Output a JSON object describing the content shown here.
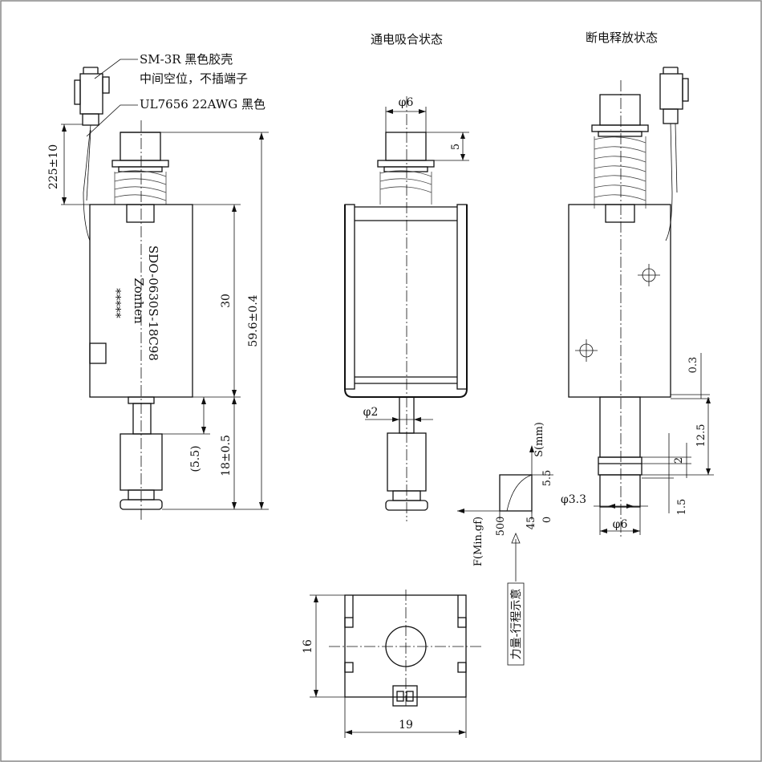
{
  "view_titles": {
    "energized": "通电吸合状态",
    "deenergized": "断电释放状态"
  },
  "callouts": {
    "connector_model": "SM-3R 黑色胶壳",
    "connector_note": "中间空位，不插端子",
    "wire_spec": "UL7656 22AWG 黑色"
  },
  "body_marking": {
    "brand": "Zonhen",
    "model": "SDO-0630S-18C98",
    "serial": "*****"
  },
  "dimensions": {
    "lead_length": "225±10",
    "body_length": "30",
    "total_length": "59.6±0.4",
    "plunger_ref": "(5.5)",
    "plunger_length": "18±0.5",
    "top_dia": "φ6",
    "top_stroke": "5",
    "shaft_dia": "φ2",
    "gap": "0.3",
    "stroke_total": "12.5",
    "two": "2",
    "one_five": "1.5",
    "end_dia": "φ3.3",
    "bottom_dia": "φ6",
    "side_height": "16",
    "side_width": "19"
  },
  "force_chart": {
    "y_axis_label": "S(mm)",
    "x_axis_label": "F(Min.gf)",
    "y_tick": "5.5",
    "y_zero": "0",
    "x_tick_500": "500",
    "x_tick_45": "45",
    "caption": "力量-行程示意"
  }
}
